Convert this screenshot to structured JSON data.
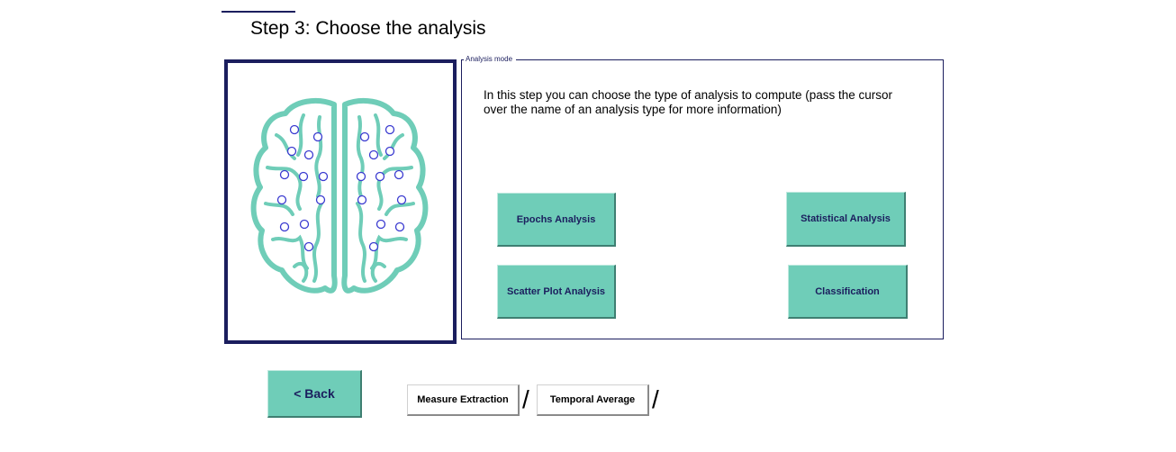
{
  "header": {
    "title": "Step 3: Choose the analysis"
  },
  "analysis_mode": {
    "legend": "Analysis mode",
    "description": "In this step you can choose the type of analysis to compute (pass the cursor over the name of an analysis type for more information)",
    "buttons": {
      "epochs": "Epochs Analysis",
      "statistical": "Statistical Analysis",
      "scatter": "Scatter Plot Analysis",
      "classification": "Classification"
    }
  },
  "navigation": {
    "back_label": "<  Back",
    "breadcrumb": [
      "Measure Extraction",
      "Temporal Average"
    ],
    "separator": "/"
  },
  "colors": {
    "accent": "#6fcdb8",
    "brain": "#6fcdb8",
    "navy": "#1b1e5e"
  },
  "icons": {
    "brain": "brain-electrodes-icon"
  }
}
